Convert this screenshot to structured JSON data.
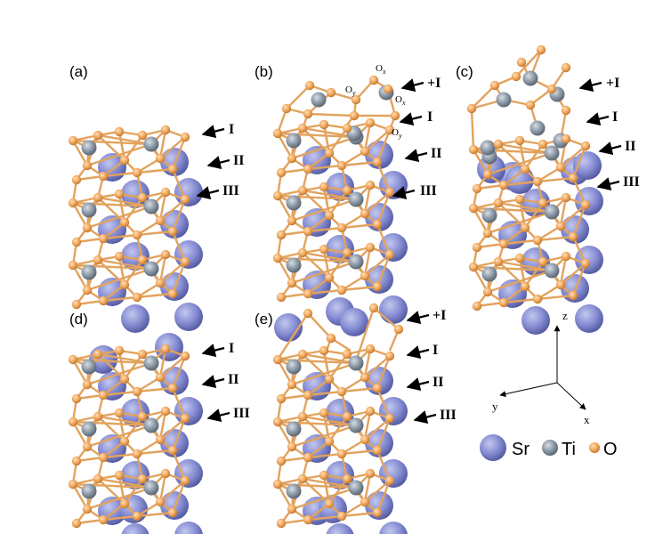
{
  "colors": {
    "sr": "#7f86cc",
    "ti": "#8593a2",
    "o": "#f0a55a",
    "bond": "#e2a35e"
  },
  "panels": {
    "a": {
      "label": "(a)",
      "layers": [
        "I",
        "II",
        "III"
      ]
    },
    "b": {
      "label": "(b)",
      "layers": [
        "+I",
        "I",
        "II",
        "III"
      ],
      "atoms": [
        "O",
        "x",
        "y"
      ]
    },
    "c": {
      "label": "(c)",
      "layers": [
        "+I",
        "I",
        "II",
        "III"
      ],
      "atoms": [
        "Ti",
        "Sr",
        "O"
      ]
    },
    "d": {
      "label": "(d)",
      "layers": [
        "I",
        "II",
        "III"
      ]
    },
    "e": {
      "label": "(e)",
      "layers": [
        "+I",
        "I",
        "II",
        "III"
      ]
    }
  },
  "axes": {
    "z": "z",
    "y": "y",
    "x": "x"
  },
  "legend": [
    {
      "symbol": "Sr",
      "color": "#7f86cc"
    },
    {
      "symbol": "Ti",
      "color": "#8593a2"
    },
    {
      "symbol": "O",
      "color": "#f0a55a"
    }
  ],
  "icons": [
    "arrow-icon"
  ]
}
